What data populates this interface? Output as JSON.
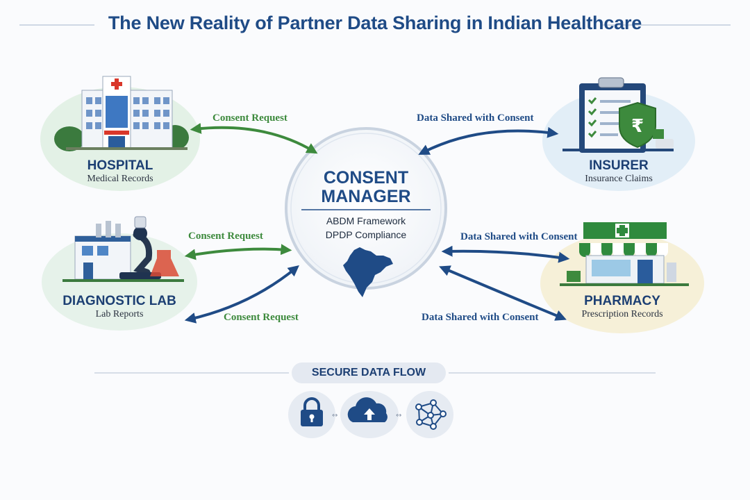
{
  "title": "The New Reality of Partner Data Sharing in Indian Healthcare",
  "center": {
    "title_line1": "CONSENT",
    "title_line2": "MANAGER",
    "sub1": "ABDM Framework",
    "sub2": "DPDP Compliance",
    "map_icon": "india-map-icon"
  },
  "nodes": {
    "hospital": {
      "name": "HOSPITAL",
      "sub": "Medical Records",
      "icon": "hospital-building-icon"
    },
    "lab": {
      "name": "DIAGNOSTIC LAB",
      "sub": "Lab Reports",
      "icon": "laboratory-microscope-icon"
    },
    "insurer": {
      "name": "INSURER",
      "sub": "Insurance Claims",
      "icon": "clipboard-rupee-shield-icon"
    },
    "pharmacy": {
      "name": "PHARMACY",
      "sub": "Prescription Records",
      "icon": "pharmacy-store-icon"
    }
  },
  "arrows": {
    "hospital": "Consent Request",
    "lab_upper": "Consent Request",
    "lab_lower": "Consent Request",
    "insurer": "Data Shared with Consent",
    "pharmacy_upper": "Data Shared with Consent",
    "pharmacy_lower": "Data Shared with Consent"
  },
  "footer": {
    "pill": "SECURE DATA FLOW",
    "icons": [
      "lock-icon",
      "cloud-upload-icon",
      "network-nodes-icon"
    ]
  },
  "colors": {
    "brand_blue": "#1f4b86",
    "consent_green": "#3d8a3d",
    "hospital_bg": "#e3f1e6",
    "lab_bg": "#e6f2ea",
    "insurer_bg": "#e2eef7",
    "pharmacy_bg": "#f6f0d8"
  }
}
